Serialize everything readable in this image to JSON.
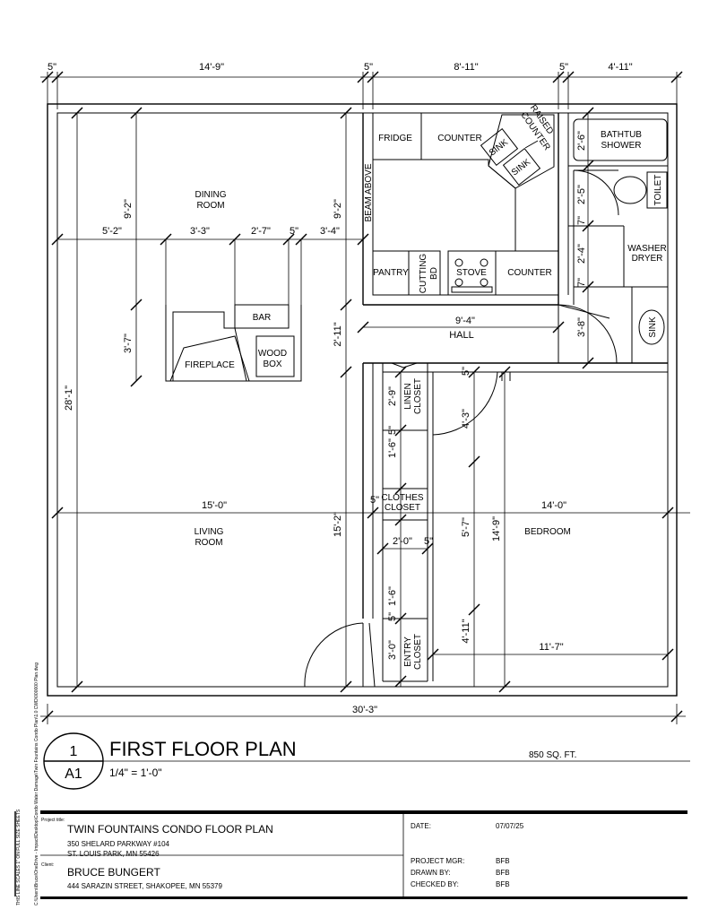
{
  "rooms": {
    "dining": "DINING",
    "dining2": "ROOM",
    "living": "LIVING",
    "living2": "ROOM",
    "bedroom": "BEDROOM",
    "hall": "HALL",
    "fridge": "FRIDGE",
    "counter_top": "COUNTER",
    "raised": "RAISED",
    "raised2": "COUNTER",
    "sink": "SINK",
    "beam": "BEAM ABOVE",
    "pantry": "PANTRY",
    "cutting": "CUTTING",
    "cutting2": "BD",
    "stove": "STOVE",
    "counter_right": "COUNTER",
    "bathtub": "BATHTUB",
    "shower": "SHOWER",
    "toilet": "TOILET",
    "washer": "WASHER",
    "dryer": "DRYER",
    "bar": "BAR",
    "fireplace": "FIREPLACE",
    "wood": "WOOD",
    "box": "BOX",
    "linen": "LINEN",
    "linen2": "CLOSET",
    "clothes": "CLOTHES",
    "clothes2": "CLOSET",
    "entry": "ENTRY",
    "entry2": "CLOSET"
  },
  "dims": {
    "top_5a": "5\"",
    "top_14_9": "14'-9\"",
    "top_5b": "5\"",
    "top_8_11": "8'-11\"",
    "top_5c": "5\"",
    "top_4_11": "4'-11\"",
    "d_9_2a": "9'-2\"",
    "d_9_2b": "9'-2\"",
    "d_5_2": "5'-2\"",
    "d_3_3": "3'-3\"",
    "d_2_7": "2'-7\"",
    "d_5d": "5\"",
    "d_3_4": "3'-4\"",
    "d_2_6": "2'-6\"",
    "d_2_5": "2'-5\"",
    "d_7a": "7\"",
    "d_2_4": "2'-4\"",
    "d_7b": "7\"",
    "d_3_8": "3'-8\"",
    "d_9_4": "9'-4\"",
    "d_2_11": "2'-11\"",
    "d_3_7": "3'-7\"",
    "d_28_1": "28'-1\"",
    "d_2_9": "2'-9\"",
    "d_5e": "5\"",
    "d_4_3": "4'-3\"",
    "d_5f": "5\"",
    "d_1_6a": "1'-6\"",
    "d_15_0": "15'-0\"",
    "d_14_0": "14'-0\"",
    "d_5g": "5\"",
    "d_15_2": "15'-2\"",
    "d_5_7": "5'-7\"",
    "d_14_9": "14'-9\"",
    "d_2_0": "2'-0\"",
    "d_5h": "5\"",
    "d_1_6b": "1'-6\"",
    "d_5i": "5\"",
    "d_3_0": "3'-0\"",
    "d_4_11": "4'-11\"",
    "d_11_7": "11'-7\"",
    "d_30_3": "30'-3\""
  },
  "sheet": {
    "number": "1",
    "code": "A1",
    "title": "FIRST FLOOR PLAN",
    "scale": "1/4\" = 1'-0\"",
    "area": "850 SQ. FT."
  },
  "titleblock": {
    "project_title_label": "Project title:",
    "project_title": "TWIN FOUNTAINS CONDO FLOOR PLAN",
    "address1": "350 SHELARD PARKWAY #104",
    "address2": "ST. LOUIS PARK, MN 55426",
    "client_label": "Client:",
    "client": "BRUCE BUNGERT",
    "client_address": "444 SARAZIN STREET, SHAKOPEE, MN 55379",
    "date_label": "DATE:",
    "date": "07/07/25",
    "pm_label": "PROJECT MGR:",
    "pm": "BFB",
    "drawn_label": "DRAWN BY:",
    "drawn": "BFB",
    "checked_label": "CHECKED BY:",
    "checked": "BFB",
    "side_path": "C:\\Users\\Bruce\\OneDrive - Impact\\Desktop\\Condo Water Damage\\Twin Fountains Condo Plan\\1.0 CWD\\000000 Plan.dwg",
    "side_note": "THIS LINE SCALES 1\" ON FULL SIZE SHEETS"
  }
}
